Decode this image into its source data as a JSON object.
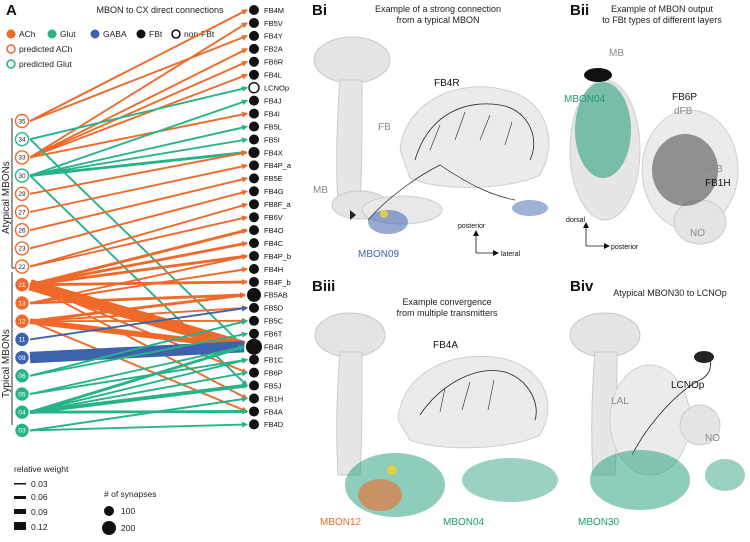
{
  "colors": {
    "ach": "#ef6a2a",
    "glut": "#26b38a",
    "gaba": "#3e63ad",
    "fbt": "#111111",
    "mbon09": "#3e63ad",
    "mbon12": "#ef6a2a",
    "teal": "#1e9a77"
  },
  "panelA": {
    "label": "A",
    "title": "MBON to CX direct connections",
    "legend": {
      "ach": "ACh",
      "glut": "Glut",
      "gaba": "GABA",
      "fbt": "FBt",
      "nonfbt": "non-FBt",
      "pred_ach": "predicted ACh",
      "pred_glut": "predicted Glut"
    },
    "atypical_label": "Atypical MBONs",
    "typical_label": "Typical MBONs",
    "weight_title": "relative weight",
    "weights": [
      "0.03",
      "0.06",
      "0.09",
      "0.12"
    ],
    "synapse_title": "# of synapses",
    "synapses": [
      "100",
      "200"
    ],
    "mbons": [
      {
        "id": "35",
        "type": "pred_ach"
      },
      {
        "id": "34",
        "type": "pred_glut"
      },
      {
        "id": "33",
        "type": "pred_ach"
      },
      {
        "id": "30",
        "type": "pred_glut"
      },
      {
        "id": "29",
        "type": "pred_ach"
      },
      {
        "id": "27",
        "type": "pred_ach"
      },
      {
        "id": "26",
        "type": "pred_ach"
      },
      {
        "id": "23",
        "type": "pred_ach"
      },
      {
        "id": "22",
        "type": "pred_ach"
      },
      {
        "id": "21",
        "type": "ach"
      },
      {
        "id": "13",
        "type": "ach"
      },
      {
        "id": "12",
        "type": "ach"
      },
      {
        "id": "11",
        "type": "gaba"
      },
      {
        "id": "09",
        "type": "gaba"
      },
      {
        "id": "06",
        "type": "glut"
      },
      {
        "id": "05",
        "type": "glut"
      },
      {
        "id": "04",
        "type": "glut"
      },
      {
        "id": "03",
        "type": "glut"
      }
    ],
    "targets": [
      {
        "name": "FB4M",
        "fbt": true,
        "size": 5
      },
      {
        "name": "FB5V",
        "fbt": true,
        "size": 5
      },
      {
        "name": "FB4Y",
        "fbt": true,
        "size": 5
      },
      {
        "name": "FB2A",
        "fbt": true,
        "size": 5
      },
      {
        "name": "FB6R",
        "fbt": true,
        "size": 5
      },
      {
        "name": "FB4L",
        "fbt": true,
        "size": 5
      },
      {
        "name": "LCNOp",
        "fbt": false,
        "size": 5
      },
      {
        "name": "FB4J",
        "fbt": true,
        "size": 5
      },
      {
        "name": "FB4I",
        "fbt": true,
        "size": 5
      },
      {
        "name": "FB5L",
        "fbt": true,
        "size": 5
      },
      {
        "name": "FB5I",
        "fbt": true,
        "size": 5
      },
      {
        "name": "FB4X",
        "fbt": true,
        "size": 5.5
      },
      {
        "name": "FB4P_a",
        "fbt": true,
        "size": 5
      },
      {
        "name": "FB5E",
        "fbt": true,
        "size": 5
      },
      {
        "name": "FB4G",
        "fbt": true,
        "size": 5
      },
      {
        "name": "FB8F_a",
        "fbt": true,
        "size": 5
      },
      {
        "name": "FB6V",
        "fbt": true,
        "size": 5
      },
      {
        "name": "FB4O",
        "fbt": true,
        "size": 5
      },
      {
        "name": "FB4C",
        "fbt": true,
        "size": 5
      },
      {
        "name": "FB4P_b",
        "fbt": true,
        "size": 5
      },
      {
        "name": "FB4H",
        "fbt": true,
        "size": 5
      },
      {
        "name": "FB4F_b",
        "fbt": true,
        "size": 5
      },
      {
        "name": "FB5AB",
        "fbt": true,
        "size": 7
      },
      {
        "name": "FB5D",
        "fbt": true,
        "size": 5
      },
      {
        "name": "FB5C",
        "fbt": true,
        "size": 5
      },
      {
        "name": "FB6T",
        "fbt": true,
        "size": 5
      },
      {
        "name": "FB4R",
        "fbt": true,
        "size": 8
      },
      {
        "name": "FB1C",
        "fbt": true,
        "size": 5
      },
      {
        "name": "FB6P",
        "fbt": true,
        "size": 5
      },
      {
        "name": "FB5J",
        "fbt": true,
        "size": 5
      },
      {
        "name": "FB1H",
        "fbt": true,
        "size": 5
      },
      {
        "name": "FB4A",
        "fbt": true,
        "size": 5
      },
      {
        "name": "FB4D",
        "fbt": true,
        "size": 5
      }
    ],
    "connections": [
      {
        "from": "35",
        "to": "FB4M",
        "w": 0.02
      },
      {
        "from": "35",
        "to": "FB4Y",
        "w": 0.02
      },
      {
        "from": "33",
        "to": "FB5V",
        "w": 0.02
      },
      {
        "from": "33",
        "to": "FB2A",
        "w": 0.02
      },
      {
        "from": "33",
        "to": "FB6R",
        "w": 0.02
      },
      {
        "from": "33",
        "to": "FB4L",
        "w": 0.02
      },
      {
        "from": "33",
        "to": "FB4I",
        "w": 0.02
      },
      {
        "from": "34",
        "to": "LCNOp",
        "w": 0.02
      },
      {
        "from": "34",
        "to": "FB4R",
        "w": 0.02
      },
      {
        "from": "30",
        "to": "FB4J",
        "w": 0.02
      },
      {
        "from": "30",
        "to": "FB5L",
        "w": 0.02
      },
      {
        "from": "30",
        "to": "FB5I",
        "w": 0.02
      },
      {
        "from": "30",
        "to": "FB4X",
        "w": 0.03
      },
      {
        "from": "30",
        "to": "FB5J",
        "w": 0.02
      },
      {
        "from": "29",
        "to": "FB4X",
        "w": 0.02
      },
      {
        "from": "27",
        "to": "FB4P_a",
        "w": 0.02
      },
      {
        "from": "26",
        "to": "FB5E",
        "w": 0.02
      },
      {
        "from": "23",
        "to": "FB4G",
        "w": 0.02
      },
      {
        "from": "22",
        "to": "FB8F_a",
        "w": 0.02
      },
      {
        "from": "22",
        "to": "FB6V",
        "w": 0.02
      },
      {
        "from": "21",
        "to": "FB4O",
        "w": 0.03
      },
      {
        "from": "21",
        "to": "FB4C",
        "w": 0.03
      },
      {
        "from": "21",
        "to": "FB4P_b",
        "w": 0.03
      },
      {
        "from": "21",
        "to": "FB4F_b",
        "w": 0.03
      },
      {
        "from": "21",
        "to": "FB4R",
        "w": 0.12
      },
      {
        "from": "21",
        "to": "FB6P",
        "w": 0.02
      },
      {
        "from": "21",
        "to": "FB1H",
        "w": 0.02
      },
      {
        "from": "13",
        "to": "FB4P_b",
        "w": 0.02
      },
      {
        "from": "13",
        "to": "FB4H",
        "w": 0.02
      },
      {
        "from": "13",
        "to": "FB5AB",
        "w": 0.03
      },
      {
        "from": "12",
        "to": "FB5AB",
        "w": 0.03
      },
      {
        "from": "12",
        "to": "FB5D",
        "w": 0.02
      },
      {
        "from": "12",
        "to": "FB5C",
        "w": 0.02
      },
      {
        "from": "12",
        "to": "FB4R",
        "w": 0.06
      },
      {
        "from": "12",
        "to": "FB4A",
        "w": 0.02
      },
      {
        "from": "11",
        "to": "FB5D",
        "w": 0.02
      },
      {
        "from": "09",
        "to": "FB4R",
        "w": 0.12
      },
      {
        "from": "06",
        "to": "FB5C",
        "w": 0.02
      },
      {
        "from": "06",
        "to": "FB6T",
        "w": 0.02
      },
      {
        "from": "05",
        "to": "FB4R",
        "w": 0.02
      },
      {
        "from": "05",
        "to": "FB1C",
        "w": 0.02
      },
      {
        "from": "04",
        "to": "FB1C",
        "w": 0.02
      },
      {
        "from": "04",
        "to": "FB6P",
        "w": 0.02
      },
      {
        "from": "04",
        "to": "FB5J",
        "w": 0.04
      },
      {
        "from": "04",
        "to": "FB4A",
        "w": 0.03
      },
      {
        "from": "04",
        "to": "FB4R",
        "w": 0.03
      },
      {
        "from": "03",
        "to": "FB4D",
        "w": 0.02
      },
      {
        "from": "03",
        "to": "FB1H",
        "w": 0.02
      }
    ]
  },
  "panelBi": {
    "label": "Bi",
    "title_line1": "Example of a strong connection",
    "title_line2": "from a typical MBON",
    "fb_label": "FB",
    "mb_label": "MB",
    "target_label": "FB4R",
    "mbon_label": "MBON09",
    "axis_y": "posterior",
    "axis_x": "lateral"
  },
  "panelBii": {
    "label": "Bii",
    "title_line1": "Example of MBON output",
    "title_line2": "to FBt types of different layers",
    "mb_label": "MB",
    "mbon_label": "MBON04",
    "target1": "FB6P",
    "dfb_label": "dFB",
    "vfb_label": "vFB",
    "target2": "FB1H",
    "no_label": "NO",
    "axis_y": "dorsal",
    "axis_x": "posterior"
  },
  "panelBiii": {
    "label": "Biii",
    "title_line1": "Example convergence",
    "title_line2": "from multiple transmitters",
    "target_label": "FB4A",
    "mbon_a": "MBON12",
    "mbon_b": "MBON04"
  },
  "panelBiv": {
    "label": "Biv",
    "title_line1": "Atypical MBON30 to LCNOp",
    "lal_label": "LAL",
    "target_label": "LCNOp",
    "no_label": "NO",
    "mbon_label": "MBON30"
  }
}
